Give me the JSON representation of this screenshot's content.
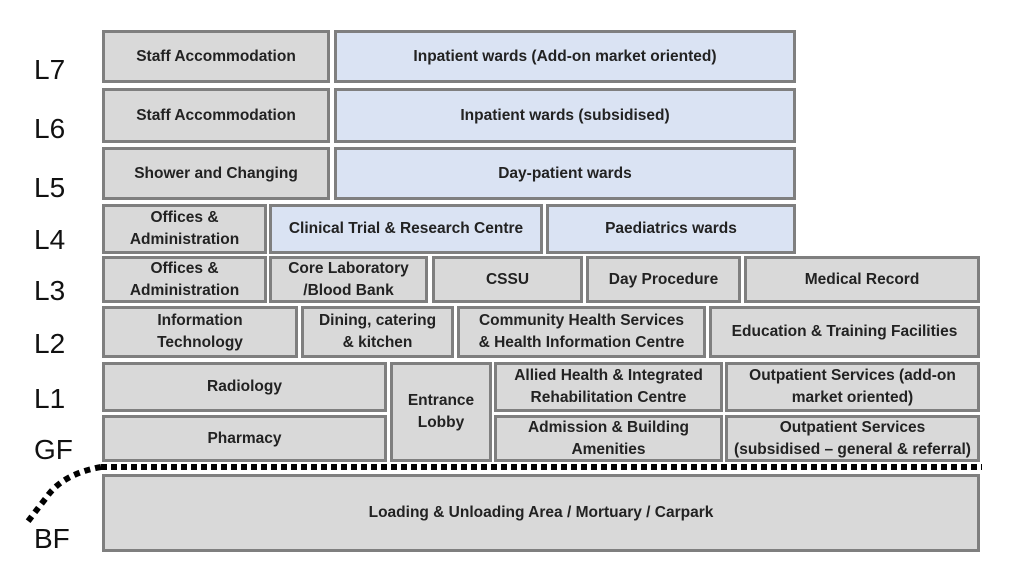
{
  "levels": [
    "L7",
    "L6",
    "L5",
    "L4",
    "L3",
    "L2",
    "L1",
    "GF",
    "BF"
  ],
  "rooms": {
    "l7_staff": "Staff Accommodation",
    "l7_wards": "Inpatient wards (Add-on market oriented)",
    "l6_staff": "Staff Accommodation",
    "l6_wards": "Inpatient wards (subsidised)",
    "l5_shower": "Shower and Changing",
    "l5_day": "Day-patient wards",
    "l4_offices": [
      "Offices &",
      "Administration"
    ],
    "l4_clinical": "Clinical Trial & Research Centre",
    "l4_paed": "Paediatrics wards",
    "l3_offices": [
      "Offices &",
      "Administration"
    ],
    "l3_lab": [
      "Core Laboratory",
      "/Blood Bank"
    ],
    "l3_cssu": "CSSU",
    "l3_dayproc": "Day Procedure",
    "l3_record": "Medical Record",
    "l2_it": [
      "Information",
      "Technology"
    ],
    "l2_dining": [
      "Dining, catering",
      "& kitchen"
    ],
    "l2_community": [
      "Community Health Services",
      "& Health Information Centre"
    ],
    "l2_education": "Education & Training Facilities",
    "l1_radiology": "Radiology",
    "lobby": [
      "Entrance",
      "Lobby"
    ],
    "l1_allied": [
      "Allied Health & Integrated",
      "Rehabilitation Centre"
    ],
    "l1_outpatient": [
      "Outpatient Services (add-on",
      "market oriented)"
    ],
    "gf_pharmacy": "Pharmacy",
    "gf_admission": [
      "Admission & Building",
      "Amenities"
    ],
    "gf_outpatient": [
      "Outpatient Services",
      "(subsidised – general & referral)"
    ],
    "bf_loading": "Loading & Unloading Area / Mortuary / Carpark"
  },
  "colors": {
    "grey_fill": "#d9d9d9",
    "blue_fill": "#dae3f3",
    "border": "#7f7f7f",
    "ground_line": "#000000"
  }
}
